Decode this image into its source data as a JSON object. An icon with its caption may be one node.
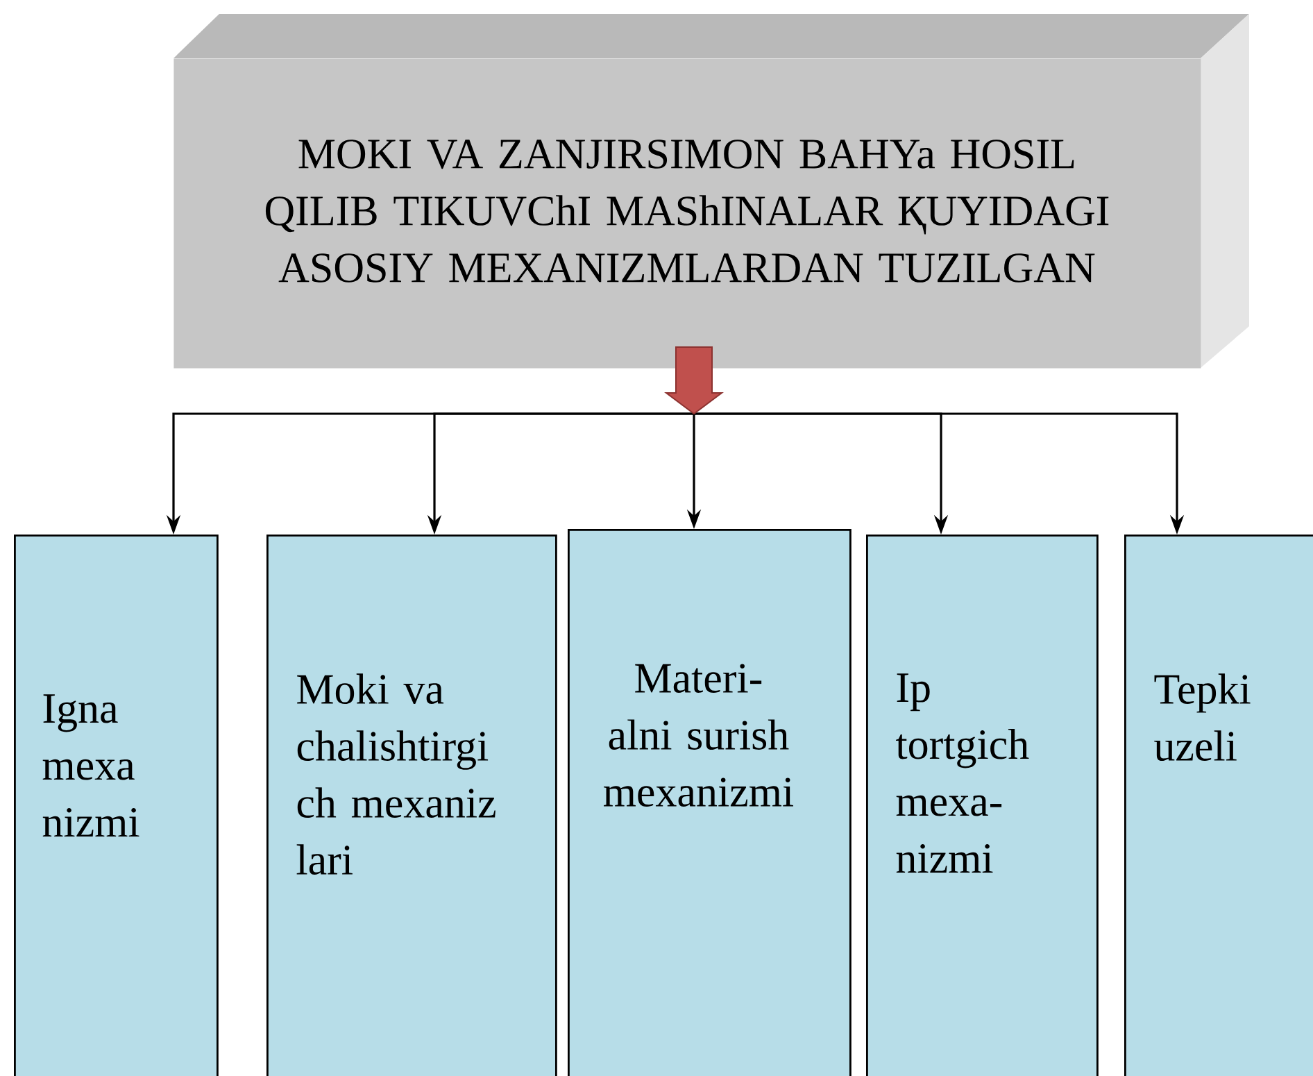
{
  "diagram": {
    "nodes": [
      {
        "text": [
          "MOKI VA ZANJIRSIMON BAHYa HOSIL QILIB TIKUVChI MAShINALAR ҚUYIDAGI ASOSIY MEXANIZMLARDAN TUZILGAN"
        ]
      },
      {
        "text": [
          "Igna mexa nizmi"
        ]
      },
      {
        "text": [
          "Moki va chalishtirgi ch mexaniz lari"
        ]
      },
      {
        "text": [
          "Materi- alni surish mexanizmi"
        ]
      },
      {
        "text": [
          "Ip tortgich mexa- nizmi"
        ]
      },
      {
        "text": [
          "Tepki uzeli"
        ]
      }
    ],
    "edges": [
      {
        "from": 0,
        "to": 1,
        "arrow": "to"
      },
      {
        "from": 0,
        "to": 2,
        "arrow": "to"
      },
      {
        "from": 0,
        "to": 3,
        "arrow": "to"
      },
      {
        "from": 0,
        "to": 4,
        "arrow": "to"
      },
      {
        "from": 0,
        "to": 5,
        "arrow": "to"
      }
    ]
  }
}
